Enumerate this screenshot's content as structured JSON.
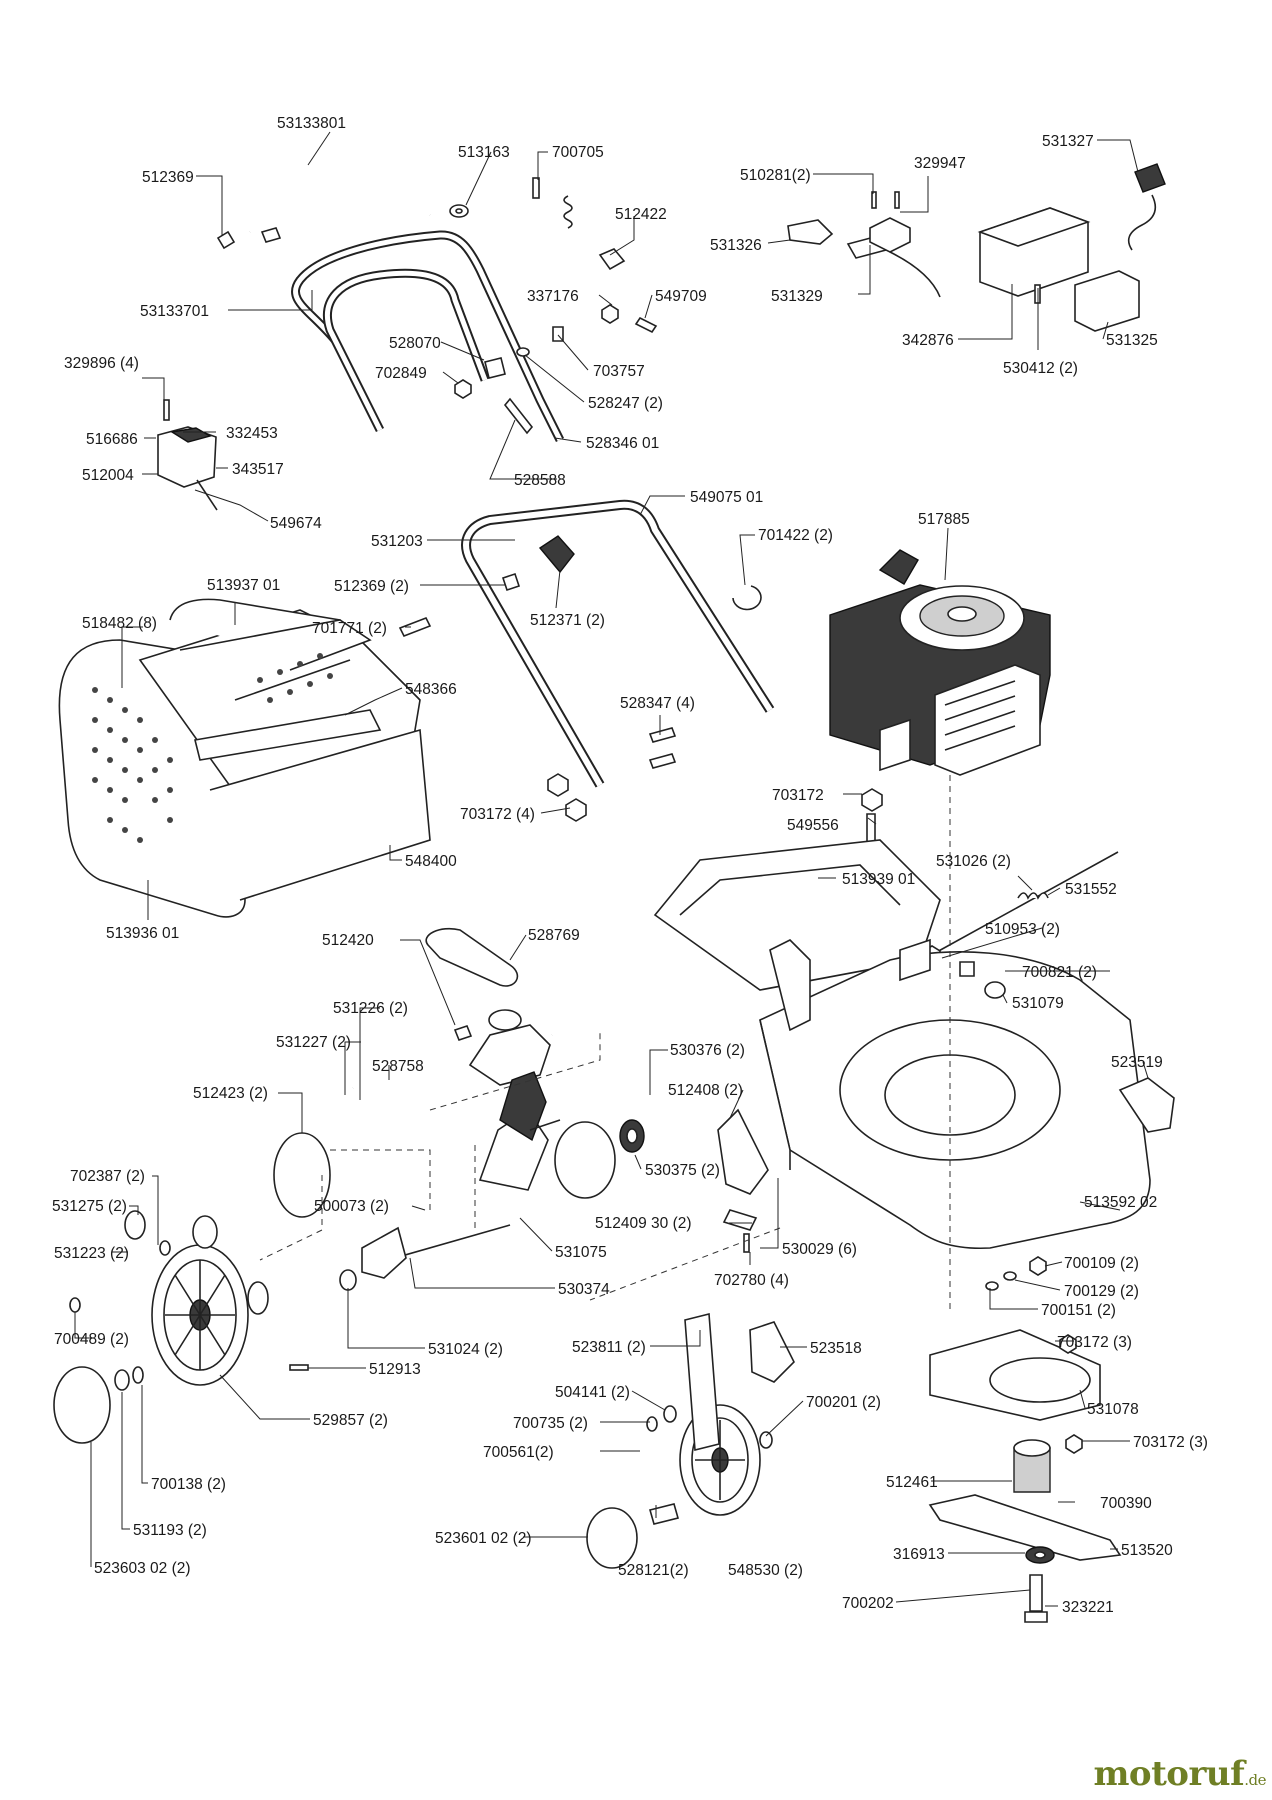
{
  "labels": [
    {
      "id": "l01",
      "text": "53133801"
    },
    {
      "id": "l02",
      "text": "513163"
    },
    {
      "id": "l03",
      "text": "700705"
    },
    {
      "id": "l04",
      "text": "512369"
    },
    {
      "id": "l05",
      "text": "512422"
    },
    {
      "id": "l06",
      "text": "53133701"
    },
    {
      "id": "l07",
      "text": "337176"
    },
    {
      "id": "l08",
      "text": "549709"
    },
    {
      "id": "l09",
      "text": "528070"
    },
    {
      "id": "l10",
      "text": "702849"
    },
    {
      "id": "l11",
      "text": "703757"
    },
    {
      "id": "l12",
      "text": "528247 (2)"
    },
    {
      "id": "l13",
      "text": "528346 01"
    },
    {
      "id": "l14",
      "text": "528588"
    },
    {
      "id": "l15",
      "text": "329896 (4)"
    },
    {
      "id": "l16",
      "text": "516686"
    },
    {
      "id": "l17",
      "text": "332453"
    },
    {
      "id": "l18",
      "text": "512004"
    },
    {
      "id": "l19",
      "text": "343517"
    },
    {
      "id": "l20",
      "text": "549674"
    },
    {
      "id": "l21",
      "text": "510281(2)"
    },
    {
      "id": "l22",
      "text": "329947"
    },
    {
      "id": "l23",
      "text": "531327"
    },
    {
      "id": "l24",
      "text": "531326"
    },
    {
      "id": "l25",
      "text": "531329"
    },
    {
      "id": "l26",
      "text": "342876"
    },
    {
      "id": "l27",
      "text": "530412 (2)"
    },
    {
      "id": "l28",
      "text": "531325"
    },
    {
      "id": "l29",
      "text": "549075 01"
    },
    {
      "id": "l30",
      "text": "531203"
    },
    {
      "id": "l31",
      "text": "701422 (2)"
    },
    {
      "id": "l32",
      "text": "517885"
    },
    {
      "id": "l33",
      "text": "512369 (2)"
    },
    {
      "id": "l34",
      "text": "512371 (2)"
    },
    {
      "id": "l35",
      "text": "513937 01"
    },
    {
      "id": "l36",
      "text": "518482 (8)"
    },
    {
      "id": "l37",
      "text": "701771 (2)"
    },
    {
      "id": "l38",
      "text": "548366"
    },
    {
      "id": "l39",
      "text": "528347 (4)"
    },
    {
      "id": "l40",
      "text": "703172"
    },
    {
      "id": "l41",
      "text": "549556"
    },
    {
      "id": "l42",
      "text": "703172 (4)"
    },
    {
      "id": "l43",
      "text": "548400"
    },
    {
      "id": "l44",
      "text": "531026 (2)"
    },
    {
      "id": "l45",
      "text": "513939 01"
    },
    {
      "id": "l46",
      "text": "531552"
    },
    {
      "id": "l47",
      "text": "510953 (2)"
    },
    {
      "id": "l48",
      "text": "513936 01"
    },
    {
      "id": "l49",
      "text": "528769"
    },
    {
      "id": "l50",
      "text": "512420"
    },
    {
      "id": "l51",
      "text": "700821 (2)"
    },
    {
      "id": "l52",
      "text": "531079"
    },
    {
      "id": "l53",
      "text": "531226 (2)"
    },
    {
      "id": "l54",
      "text": "531227 (2)"
    },
    {
      "id": "l55",
      "text": "528758"
    },
    {
      "id": "l56",
      "text": "530376 (2)"
    },
    {
      "id": "l57",
      "text": "523519"
    },
    {
      "id": "l58",
      "text": "512423 (2)"
    },
    {
      "id": "l59",
      "text": "512408 (2)"
    },
    {
      "id": "l60",
      "text": "530375 (2)"
    },
    {
      "id": "l61",
      "text": "702387 (2)"
    },
    {
      "id": "l62",
      "text": "500073 (2)"
    },
    {
      "id": "l63",
      "text": "531275 (2)"
    },
    {
      "id": "l64",
      "text": "512409 30 (2)"
    },
    {
      "id": "l65",
      "text": "513592 02"
    },
    {
      "id": "l66",
      "text": "531075"
    },
    {
      "id": "l67",
      "text": "531223 (2)"
    },
    {
      "id": "l68",
      "text": "530029 (6)"
    },
    {
      "id": "l69",
      "text": "702780 (4)"
    },
    {
      "id": "l70",
      "text": "700109 (2)"
    },
    {
      "id": "l71",
      "text": "530374"
    },
    {
      "id": "l72",
      "text": "700129 (2)"
    },
    {
      "id": "l73",
      "text": "700151 (2)"
    },
    {
      "id": "l74",
      "text": "531024 (2)"
    },
    {
      "id": "l75",
      "text": "700489 (2)"
    },
    {
      "id": "l76",
      "text": "523811 (2)"
    },
    {
      "id": "l77",
      "text": "523518"
    },
    {
      "id": "l78",
      "text": "703172 (3)"
    },
    {
      "id": "l79",
      "text": "512913"
    },
    {
      "id": "l80",
      "text": "504141 (2)"
    },
    {
      "id": "l81",
      "text": "700201 (2)"
    },
    {
      "id": "l82",
      "text": "531078"
    },
    {
      "id": "l83",
      "text": "529857 (2)"
    },
    {
      "id": "l84",
      "text": "700735 (2)"
    },
    {
      "id": "l85",
      "text": "700561(2)"
    },
    {
      "id": "l86",
      "text": "703172 (3)"
    },
    {
      "id": "l87",
      "text": "512461"
    },
    {
      "id": "l88",
      "text": "700138 (2)"
    },
    {
      "id": "l89",
      "text": "700390"
    },
    {
      "id": "l90",
      "text": "531193 (2)"
    },
    {
      "id": "l91",
      "text": "523601 02 (2)"
    },
    {
      "id": "l92",
      "text": "316913"
    },
    {
      "id": "l93",
      "text": "513520"
    },
    {
      "id": "l94",
      "text": "523603 02 (2)"
    },
    {
      "id": "l95",
      "text": "528121(2)"
    },
    {
      "id": "l96",
      "text": "548530 (2)"
    },
    {
      "id": "l97",
      "text": "700202"
    },
    {
      "id": "l98",
      "text": "323221"
    }
  ],
  "watermark": {
    "brand": "motoruf",
    "tld": ".de"
  }
}
